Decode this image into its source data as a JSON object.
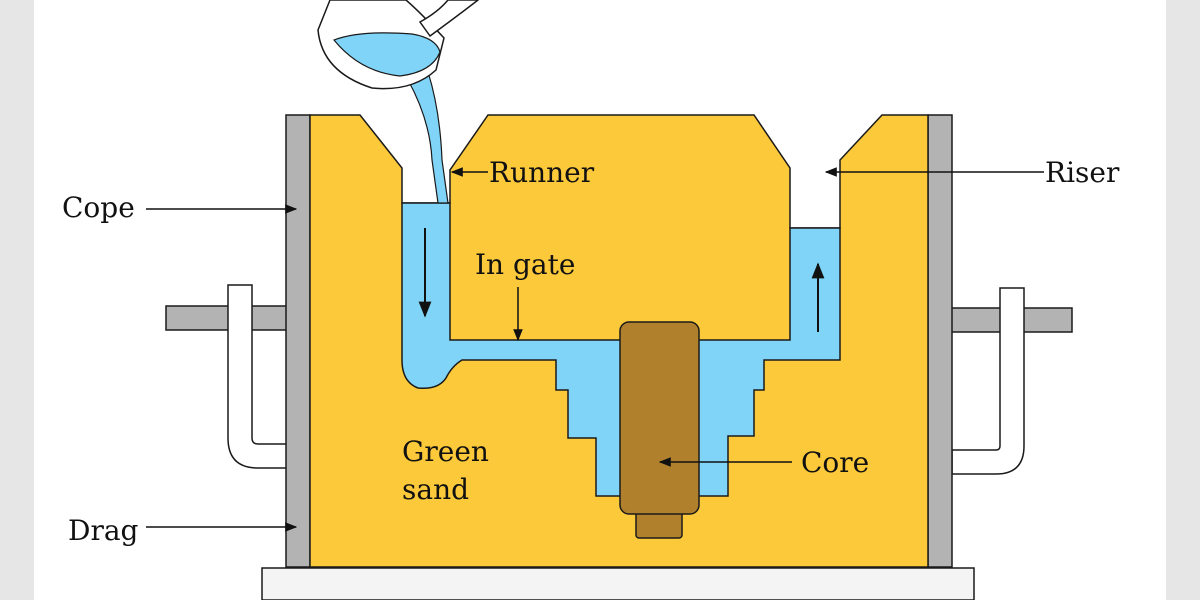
{
  "labels": {
    "runner": "Runner",
    "riser": "Riser",
    "cope": "Cope",
    "in_gate": "In gate",
    "green_sand_line1": "Green",
    "green_sand_line2": "sand",
    "core": "Core",
    "drag": "Drag"
  },
  "colors": {
    "background": "#e6e6e6",
    "panel": "#ffffff",
    "sand": "#fcc93a",
    "metal": "#7fd4f8",
    "core": "#b0802c",
    "flask": "#b3b3b3",
    "outline": "#1a1a1a"
  }
}
